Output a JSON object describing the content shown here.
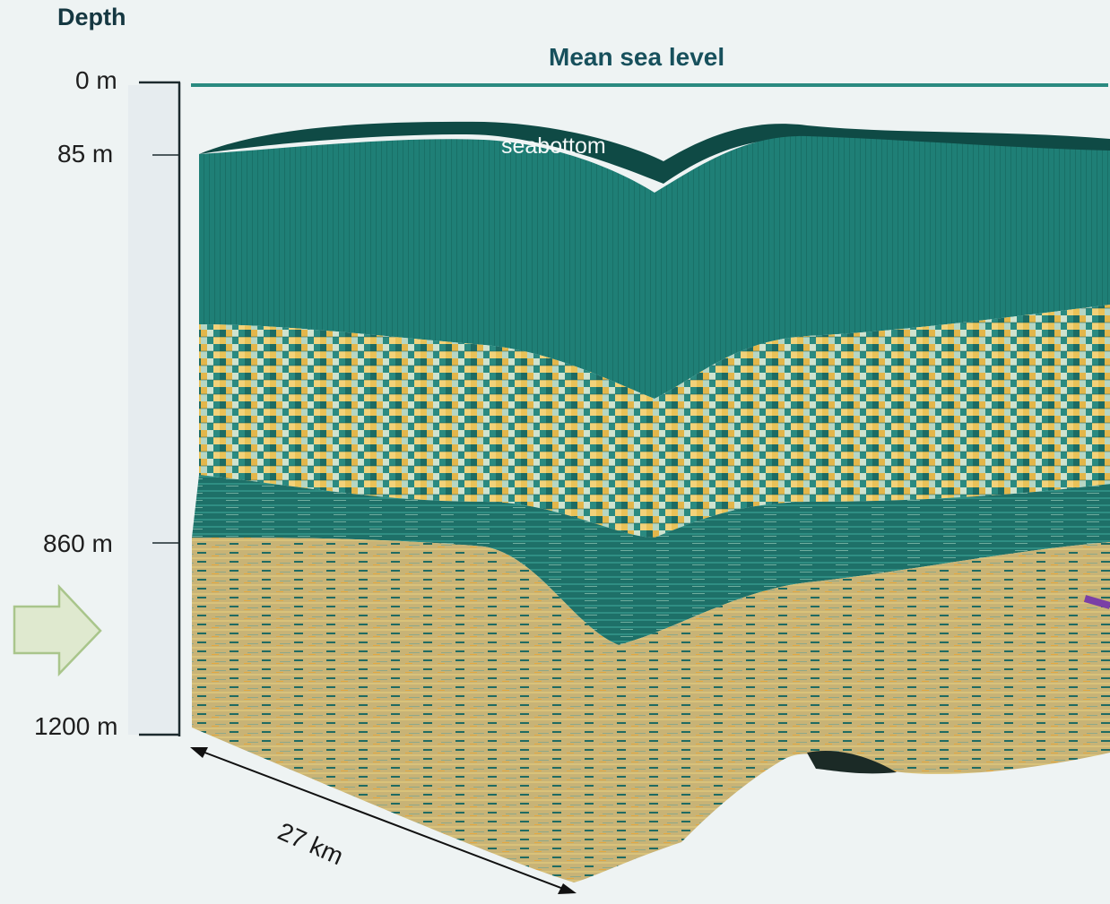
{
  "labels": {
    "depth_title": "Depth",
    "msl": "Mean sea level",
    "seabottom": "seabottom",
    "width": "27 km"
  },
  "depth_ticks": [
    {
      "label": "0 m",
      "value_m": 0
    },
    {
      "label": "85 m",
      "value_m": 85
    },
    {
      "label": "860 m",
      "value_m": 860
    },
    {
      "label": "1200 m",
      "value_m": 1200
    }
  ],
  "colors": {
    "background": "#eef3f3",
    "water_teal": "#217f76",
    "msl_line": "#2a8a80",
    "sand_yellow": "#e3b64a",
    "shale_teal": "#1d6b63",
    "arrow_fill": "#dfe9cf",
    "arrow_stroke": "#a9c58b"
  }
}
